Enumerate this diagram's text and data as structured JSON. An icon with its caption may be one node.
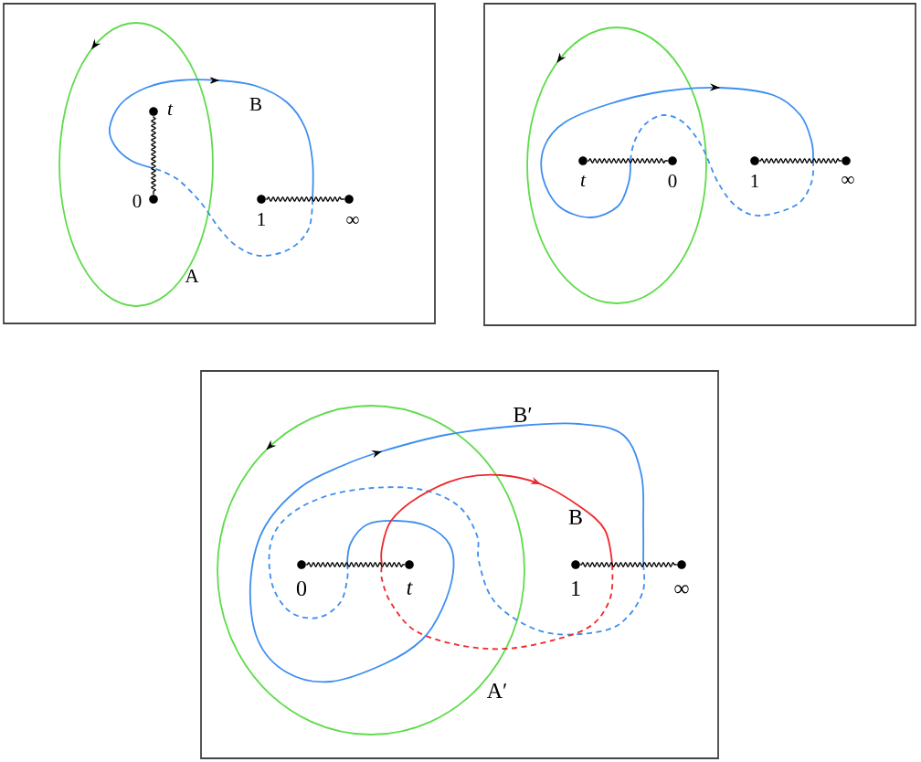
{
  "diagram": {
    "nodes": [
      {
        "text": [],
        "shape": "box"
      },
      {
        "text": [
          "t"
        ],
        "in": 0
      },
      {
        "text": [
          "0"
        ],
        "in": 0
      },
      {
        "text": [
          "1"
        ],
        "in": 0
      },
      {
        "text": [
          "∞"
        ],
        "in": 0
      },
      {
        "text": [],
        "shape": "box"
      },
      {
        "text": [
          "t"
        ],
        "in": 5
      },
      {
        "text": [
          "0"
        ],
        "in": 5
      },
      {
        "text": [
          "1"
        ],
        "in": 5
      },
      {
        "text": [
          "∞"
        ],
        "in": 5
      },
      {
        "text": [],
        "shape": "box"
      },
      {
        "text": [
          "0"
        ],
        "in": 10
      },
      {
        "text": [
          "t"
        ],
        "in": 10
      },
      {
        "text": [
          "1"
        ],
        "in": 10
      },
      {
        "text": [
          "∞"
        ],
        "in": 10
      }
    ],
    "edges": [
      {
        "from": 1,
        "to": 2,
        "arrow": "none"
      },
      {
        "from": 3,
        "to": 4,
        "arrow": "none"
      },
      {
        "from": 6,
        "to": 7,
        "arrow": "none"
      },
      {
        "from": 8,
        "to": 9,
        "arrow": "none"
      },
      {
        "from": 11,
        "to": 12,
        "arrow": "none"
      },
      {
        "from": 13,
        "to": 14,
        "arrow": "none"
      }
    ],
    "labels": [
      "B",
      "A",
      "B′",
      "B",
      "A′"
    ]
  }
}
